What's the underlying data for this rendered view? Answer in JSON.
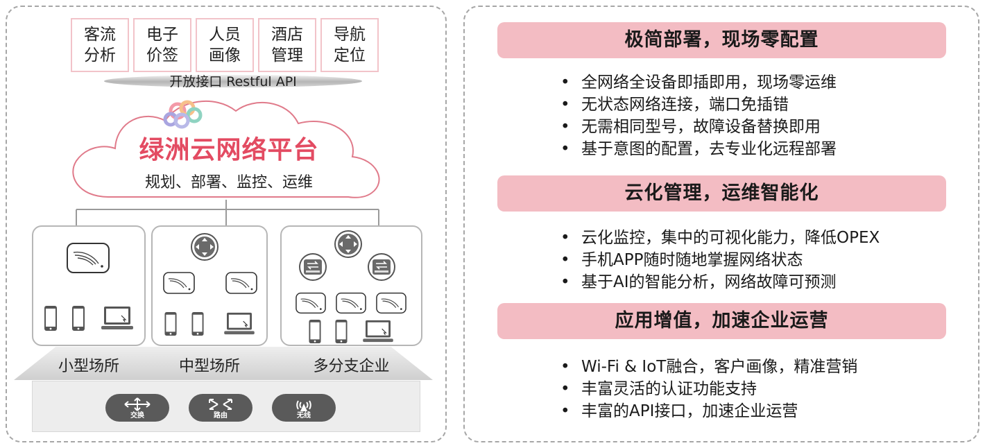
{
  "applications": [
    {
      "line1": "客流",
      "line2": "分析"
    },
    {
      "line1": "电子",
      "line2": "价签"
    },
    {
      "line1": "人员",
      "line2": "画像"
    },
    {
      "line1": "酒店",
      "line2": "管理"
    },
    {
      "line1": "导航",
      "line2": "定位"
    }
  ],
  "api_label": "开放接口 Restful API",
  "platform": {
    "name": "绿洲云网络平台",
    "functions": "规划、部署、监控、运维"
  },
  "sites": [
    {
      "label": "小型场所"
    },
    {
      "label": "中型场所"
    },
    {
      "label": "多分支企业"
    }
  ],
  "network_types": [
    {
      "label": "交换",
      "icon": "switch-icon"
    },
    {
      "label": "路由",
      "icon": "router-icon"
    },
    {
      "label": "无线",
      "icon": "wireless-icon"
    }
  ],
  "sections": [
    {
      "title": "极简部署，现场零配置",
      "items": [
        "全网络全设备即插即用，现场零运维",
        "无状态网络连接，端口免插错",
        "无需相同型号，故障设备替换即用",
        "基于意图的配置，去专业化远程部署"
      ]
    },
    {
      "title": "云化管理，运维智能化",
      "items": [
        "云化监控，集中的可视化能力，降低OPEX",
        "手机APP随时随地掌握网络状态",
        "基于AI的智能分析，网络故障可预测"
      ]
    },
    {
      "title": "应用增值，加速企业运营",
      "items": [
        "Wi-Fi & IoT融合，客户画像，精准营销",
        "丰富灵活的认证功能支持",
        "丰富的API接口，加速企业运营"
      ]
    }
  ],
  "colors": {
    "accent_red": "#e34b62",
    "section_bg": "#f3bcc3",
    "app_border": "#f2c3c9",
    "panel_border": "#a6a6a6",
    "pill_bg": "#5a5a5a"
  }
}
